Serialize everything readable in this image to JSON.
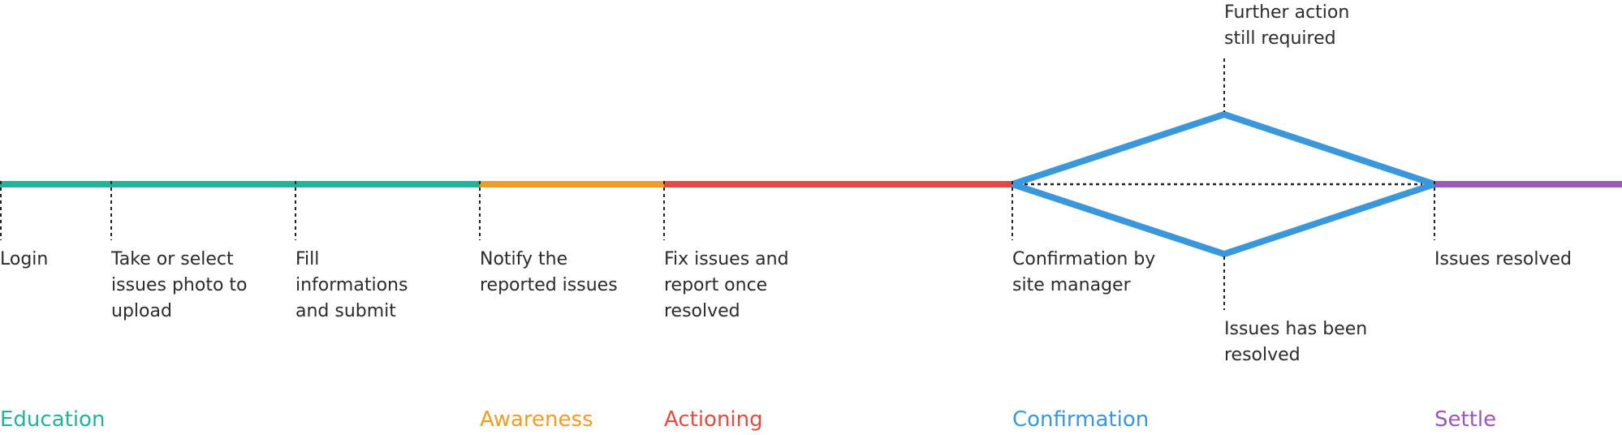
{
  "colors": {
    "education": "#22b39a",
    "awareness": "#ef9d24",
    "actioning": "#e14b43",
    "confirmation": "#3a97dc",
    "settle": "#9b59b6",
    "tick": "#222222",
    "text": "#2b2b2b"
  },
  "steps": {
    "login": "Login",
    "photo": "Take or select issues photo to upload",
    "fill": "Fill informations and submit",
    "notify": "Notify the reported issues",
    "fix": "Fix issues and report once resolved",
    "confirm": "Confirmation by site manager",
    "resolved": "Issues resolved",
    "further": "Further action still required",
    "has_been": "Issues has been resolved"
  },
  "step_lines": {
    "photo": [
      "Take or select",
      "issues photo to",
      "upload"
    ],
    "fill": [
      "Fill",
      "informations",
      "and submit"
    ],
    "notify": [
      "Notify the",
      "reported issues"
    ],
    "fix": [
      "Fix issues and",
      "report once",
      "resolved"
    ],
    "confirm": [
      "Confirmation by",
      "site manager"
    ],
    "further": [
      "Further action",
      "still required"
    ],
    "has_been": [
      "Issues has been",
      "resolved"
    ]
  },
  "phases": {
    "education": "Education",
    "awareness": "Awareness",
    "actioning": "Actioning",
    "confirmation": "Confirmation",
    "settle": "Settle"
  }
}
